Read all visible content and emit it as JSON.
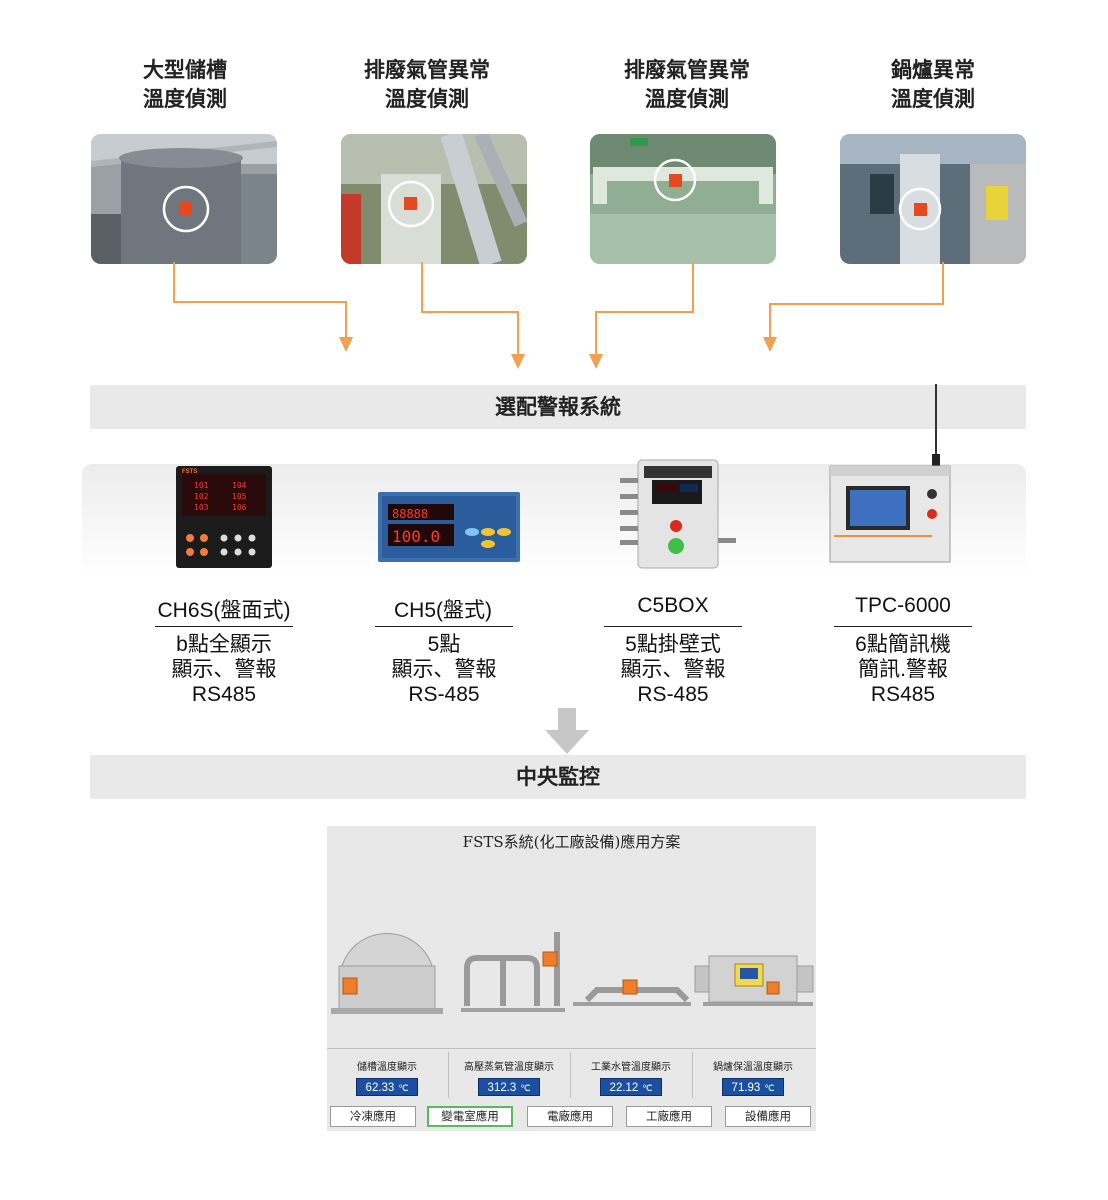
{
  "sources": [
    {
      "line1": "大型儲槽",
      "line2": "溫度偵測"
    },
    {
      "line1": "排廢氣管異常",
      "line2": "溫度偵測"
    },
    {
      "line1": "排廢氣管異常",
      "line2": "溫度偵測"
    },
    {
      "line1": "鍋爐異常",
      "line2": "溫度偵測"
    }
  ],
  "bands": {
    "alarm_system": "選配警報系統",
    "central_monitoring": "中央監控"
  },
  "devices": [
    {
      "name": "CH6S(盤面式)",
      "spec": [
        "b點全顯示",
        "顯示、警報",
        "RS485"
      ]
    },
    {
      "name": "CH5(盤式)",
      "spec": [
        "5點",
        "顯示、警報",
        "RS-485"
      ]
    },
    {
      "name": "C5BOX",
      "spec": [
        "5點掛壁式",
        "顯示、警報",
        "RS-485"
      ]
    },
    {
      "name": "TPC-6000",
      "spec": [
        "6點簡訊機",
        "簡訊.警報",
        "RS485"
      ]
    }
  ],
  "panel": {
    "title": "FSTS系統(化工廠設備)應用方案",
    "readouts": [
      {
        "label": "儲槽溫度顯示",
        "value": "62.33",
        "unit": "℃"
      },
      {
        "label": "高壓蒸氣管溫度顯示",
        "value": "312.3",
        "unit": "℃"
      },
      {
        "label": "工業水管溫度顯示",
        "value": "22.12",
        "unit": "℃"
      },
      {
        "label": "鍋爐保溫溫度顯示",
        "value": "71.93",
        "unit": "℃"
      }
    ],
    "buttons": [
      "冷凍應用",
      "變電室應用",
      "電廠應用",
      "工廠應用",
      "設備應用"
    ],
    "active_button": "變電室應用"
  },
  "colors": {
    "flow_arrow": "#f0a050",
    "band": "#e9e9e9",
    "sensor": "#e8481e",
    "readout_bg": "#1b4fa0",
    "active_button_border": "#5cb85c"
  }
}
